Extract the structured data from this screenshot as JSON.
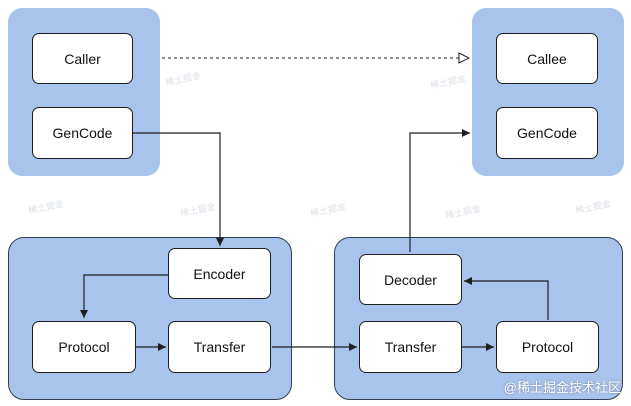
{
  "nodes": {
    "caller": "Caller",
    "gencode_left": "GenCode",
    "callee": "Callee",
    "gencode_right": "GenCode",
    "encoder": "Encoder",
    "protocol_left": "Protocol",
    "transfer_left": "Transfer",
    "decoder": "Decoder",
    "transfer_right": "Transfer",
    "protocol_right": "Protocol"
  },
  "watermark": "@稀土掘金技术社区",
  "colors": {
    "group_fill": "#a9c4ec",
    "node_fill": "#ffffff",
    "stroke": "#1f1f1f"
  }
}
